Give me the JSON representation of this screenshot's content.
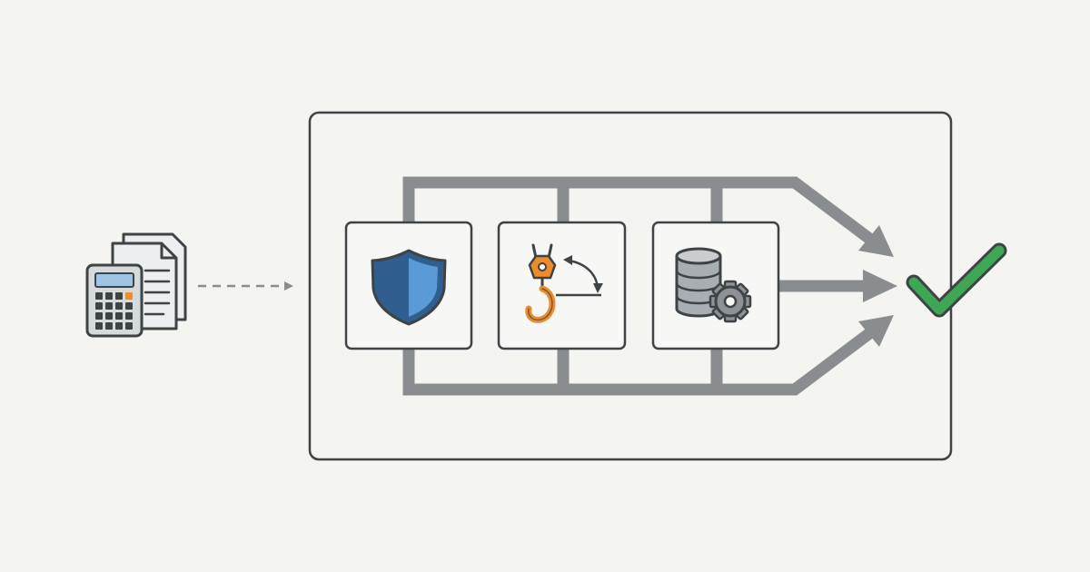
{
  "diagram": {
    "colors": {
      "background": "#f4f4f0",
      "outline": "#3e4346",
      "connector": "#8a8d8f",
      "shield_dark": "#2f5e8f",
      "shield_light": "#5a9ad6",
      "hook": "#ef8c2a",
      "database": "#a9aeb2",
      "gear": "#8e9296",
      "check": "#3fa655",
      "calculator_screen": "#9fc3e2",
      "calculator_key_accent": "#ef8c2a",
      "paper": "#eceeef"
    },
    "input": {
      "icons": [
        "calculator-icon",
        "documents-icon"
      ]
    },
    "stages": [
      {
        "id": "security",
        "icon": "shield-icon"
      },
      {
        "id": "lifting",
        "icon": "crane-hook-icon"
      },
      {
        "id": "data",
        "icon": "database-gear-icon"
      }
    ],
    "output": {
      "icon": "checkmark-icon"
    }
  }
}
